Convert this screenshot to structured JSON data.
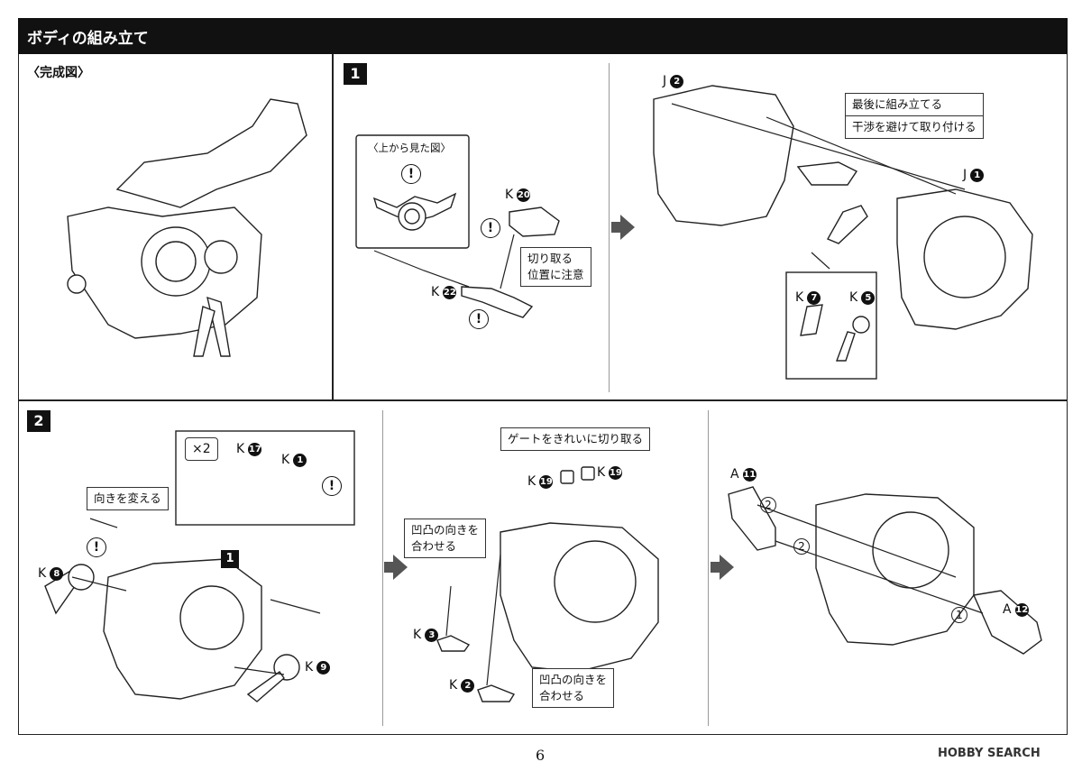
{
  "header": {
    "title": "ボディの組み立て"
  },
  "complete": {
    "title": "〈完成図〉"
  },
  "step1": {
    "num": "1",
    "topview_label": "〈上から見た図〉",
    "warning": "!",
    "cut_note_l1": "切り取る",
    "cut_note_l2": "位置に注意",
    "parts": {
      "k20_letter": "K",
      "k20_num": "20",
      "k22_letter": "K",
      "k22_num": "22",
      "j2_letter": "J",
      "j2_num": "2",
      "j1_letter": "J",
      "j1_num": "1",
      "k7_letter": "K",
      "k7_num": "7",
      "k5_letter": "K",
      "k5_num": "5"
    },
    "note_l1": "最後に組み立てる",
    "note_l2": "干渉を避けて取り付ける"
  },
  "step2": {
    "num": "2",
    "times": "×2",
    "orient_note": "向きを変える",
    "ref_step": "1",
    "parts": {
      "k17_letter": "K",
      "k17_num": "17",
      "k1_letter": "K",
      "k1_num": "1",
      "k8_letter": "K",
      "k8_num": "8",
      "k9_letter": "K",
      "k9_num": "9",
      "k19a_letter": "K",
      "k19a_num": "19",
      "k19b_letter": "K",
      "k19b_num": "19",
      "k3_letter": "K",
      "k3_num": "3",
      "k2_letter": "K",
      "k2_num": "2",
      "a11_letter": "A",
      "a11_num": "11",
      "a12_letter": "A",
      "a12_num": "12"
    },
    "gate_note": "ゲートをきれいに切り取る",
    "align_l1": "凹凸の向きを",
    "align_l2": "合わせる",
    "align2_l1": "凹凸の向きを",
    "align2_l2": "合わせる",
    "order1": "1",
    "order2": "2",
    "order2b": "2"
  },
  "footer": {
    "page": "6",
    "watermark": "HOBBY SEARCH"
  }
}
